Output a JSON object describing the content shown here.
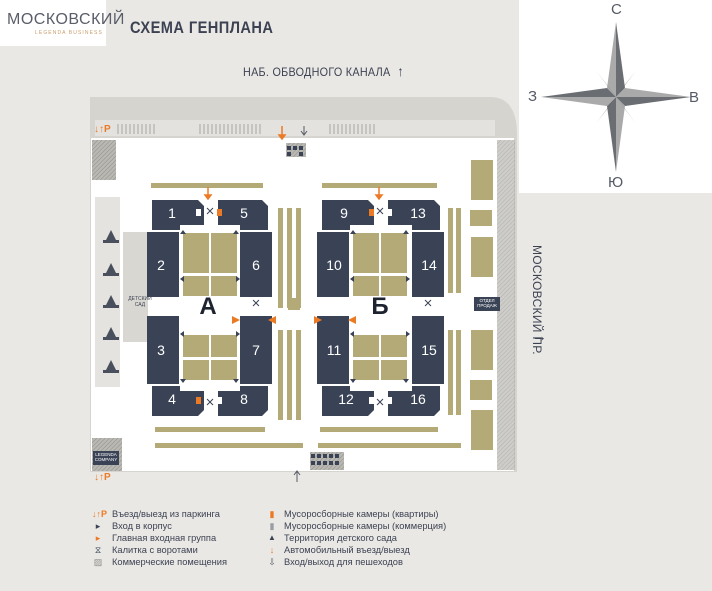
{
  "logo": {
    "main": "МОСКОВСКИЙ",
    "sub": "LEGENDA BUSINESS"
  },
  "title": "СХЕМА ГЕНПЛАНА",
  "compass": {
    "north": "С",
    "east": "В",
    "south": "Ю",
    "west": "З"
  },
  "streets": {
    "canal": "НАБ. ОБВОДНОГО КАНАЛА",
    "prospect": "МОСКОВСКИЙ ПР."
  },
  "blocks": {
    "a": "А",
    "b": "Б"
  },
  "buildings": [
    "1",
    "2",
    "3",
    "4",
    "5",
    "6",
    "7",
    "8",
    "9",
    "10",
    "11",
    "12",
    "13",
    "14",
    "15",
    "16"
  ],
  "map_labels": {
    "kindergarten": "ДЕТСКИЙ САД",
    "sales_office": "ОТДЕЛ ПРОДАЖ",
    "legenda_company": "LEGENDA COMPANY",
    "parking_left_top": "↓↑P",
    "parking_left_bottom": "↓↑P"
  },
  "legend": [
    {
      "icon": "parking-entry-icon",
      "symbol": "↓↑P",
      "text": "Въезд/выезд из паркинга"
    },
    {
      "icon": "building-entrance-icon",
      "symbol": "▸",
      "text": "Вход в корпус"
    },
    {
      "icon": "main-entrance-icon",
      "symbol": "▸",
      "text": "Главная входная группа"
    },
    {
      "icon": "gate-icon",
      "symbol": "⧖",
      "text": "Калитка с воротами"
    },
    {
      "icon": "commercial-premises-icon",
      "symbol": "▨",
      "text": "Коммерческие помещения"
    },
    {
      "icon": "garbage-apartments-icon",
      "symbol": "▮",
      "text": "Мусоросборные камеры (квартиры)"
    },
    {
      "icon": "garbage-commercial-icon",
      "symbol": "▮",
      "text": "Мусоросборные камеры (коммерция)"
    },
    {
      "icon": "kindergarten-territory-icon",
      "symbol": "▲",
      "text": "Территория детского сада"
    },
    {
      "icon": "car-entry-icon",
      "symbol": "↓",
      "text": "Автомобильный въезд/выезд"
    },
    {
      "icon": "pedestrian-entry-icon",
      "symbol": "⇩",
      "text": "Вход/выход для пешеходов"
    }
  ],
  "colors": {
    "background": "#e9e8e4",
    "building": "#3a4356",
    "greenery": "#b4aa78",
    "accent": "#ec7a25",
    "site": "#ffffff",
    "paving": "#d5d4cf"
  }
}
